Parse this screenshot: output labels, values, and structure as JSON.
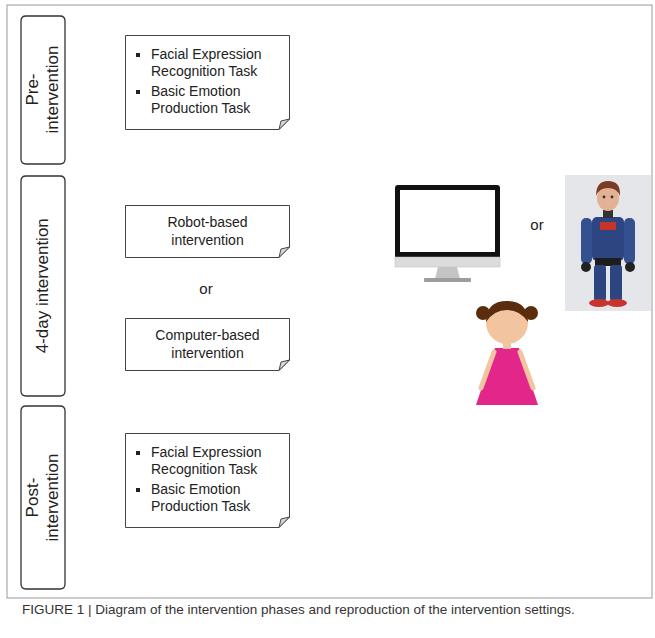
{
  "diagram": {
    "caption": "FIGURE 1 | Diagram of the intervention phases and reproduction of the intervention settings.",
    "nodes": [
      {
        "text": [
          "Pre- intervention"
        ]
      },
      {
        "text": [
          "Facial Expression Recognition Task",
          "Basic Emotion Production Task"
        ]
      },
      {
        "text": [
          "4-day intervention"
        ]
      },
      {
        "text": [
          "Robot-based intervention"
        ]
      },
      {
        "text": [
          "Computer-based intervention"
        ]
      },
      {
        "text": [
          "Post- intervention"
        ]
      },
      {
        "text": [
          "Facial Expression Recognition Task",
          "Basic Emotion Production Task"
        ]
      }
    ],
    "labels": [
      "or",
      "or"
    ]
  }
}
